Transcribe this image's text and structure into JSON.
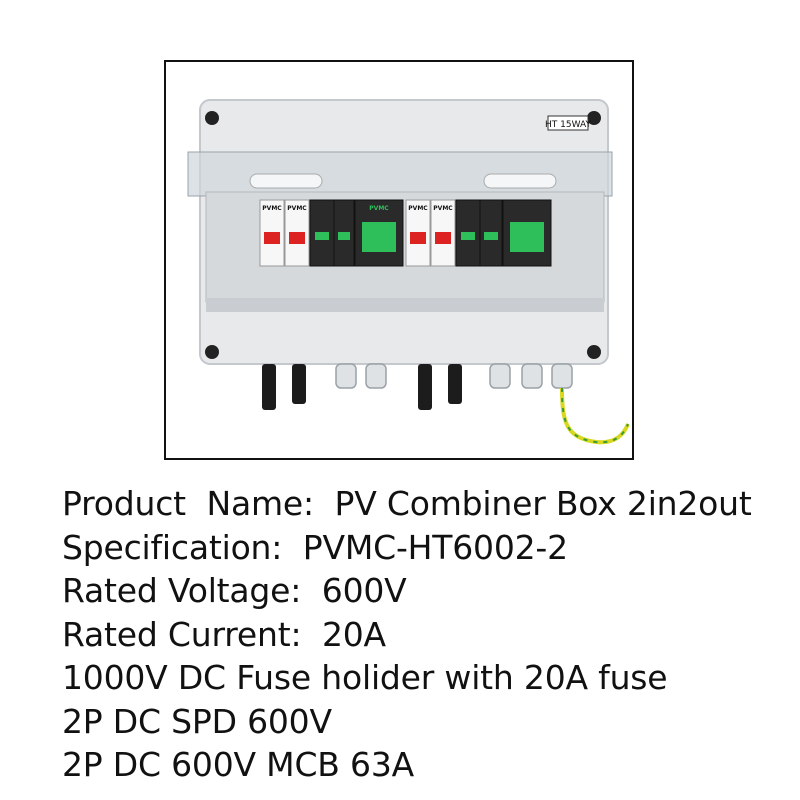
{
  "product_image": {
    "enclosure_label": "HT 15WAY",
    "brand": "PVMC"
  },
  "specs": [
    "Product  Name:  PV Combiner Box 2in2out",
    "Specification:  PVMC-HT6002-2",
    "Rated Voltage:  600V",
    "Rated Current:  20A",
    "1000V DC Fuse holider with 20A fuse",
    "2P DC SPD 600V",
    "2P DC 600V MCB 63A"
  ],
  "colors": {
    "enclosure": "#e6e8ea",
    "din_panel": "#d9dcdf",
    "breaker_green": "#2fbf5a",
    "fuse_red": "#d22",
    "ground_wire": "#d8d820"
  }
}
